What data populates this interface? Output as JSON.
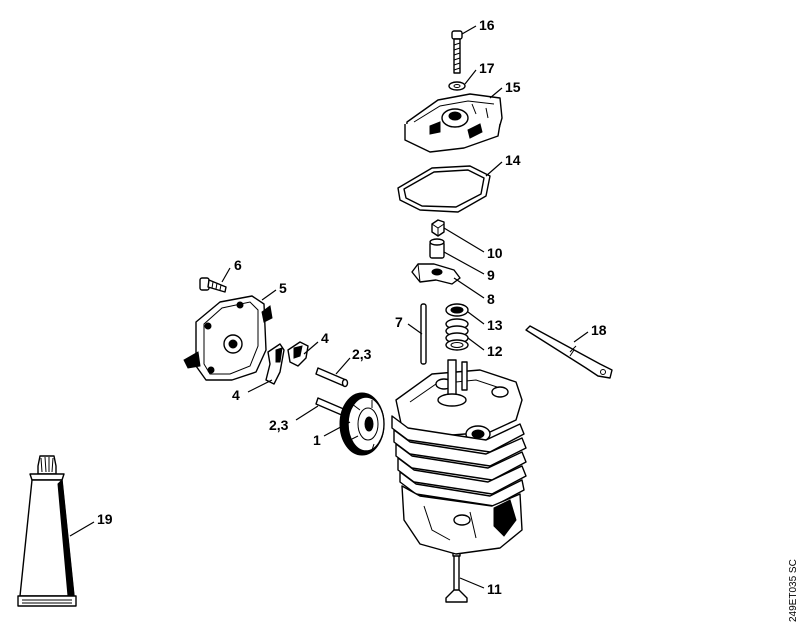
{
  "diagram": {
    "drawing_code": "249ET035 SC",
    "callouts": [
      {
        "id": "c16",
        "text": "16",
        "part": "screw-16"
      },
      {
        "id": "c17",
        "text": "17",
        "part": "washer-17"
      },
      {
        "id": "c15",
        "text": "15",
        "part": "valve-cover-15"
      },
      {
        "id": "c14",
        "text": "14",
        "part": "gasket-14"
      },
      {
        "id": "c10",
        "text": "10",
        "part": "nut-10"
      },
      {
        "id": "c9",
        "text": "9",
        "part": "pivot-9"
      },
      {
        "id": "c8",
        "text": "8",
        "part": "rocker-arm-8"
      },
      {
        "id": "c7",
        "text": "7",
        "part": "push-rod-7"
      },
      {
        "id": "c13",
        "text": "13",
        "part": "spring-retainer-13"
      },
      {
        "id": "c12",
        "text": "12",
        "part": "valve-spring-12"
      },
      {
        "id": "c18",
        "text": "18",
        "part": "tool-18"
      },
      {
        "id": "c6",
        "text": "6",
        "part": "screw-6"
      },
      {
        "id": "c5",
        "text": "5",
        "part": "cover-5"
      },
      {
        "id": "c4a",
        "text": "4",
        "part": "cam-follower-4"
      },
      {
        "id": "c4b",
        "text": "4",
        "part": "cam-follower-4"
      },
      {
        "id": "c23a",
        "text": "2,3",
        "part": "pin-2-3"
      },
      {
        "id": "c23b",
        "text": "2,3",
        "part": "pin-2-3"
      },
      {
        "id": "c1",
        "text": "1",
        "part": "camshaft-gear-1"
      },
      {
        "id": "c11",
        "text": "11",
        "part": "valve-11"
      },
      {
        "id": "c19",
        "text": "19",
        "part": "tube-19"
      }
    ]
  }
}
